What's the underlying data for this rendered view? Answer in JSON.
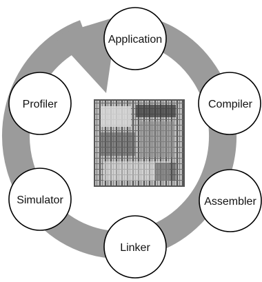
{
  "diagram": {
    "nodes": [
      {
        "label": "Application"
      },
      {
        "label": "Compiler"
      },
      {
        "label": "Assembler"
      },
      {
        "label": "Linker"
      },
      {
        "label": "Simulator"
      },
      {
        "label": "Profiler"
      }
    ],
    "center_image": "chip-die-photo",
    "colors": {
      "ring": "#9b9b9b",
      "node_fill": "#ffffff",
      "node_stroke": "#000000"
    }
  }
}
